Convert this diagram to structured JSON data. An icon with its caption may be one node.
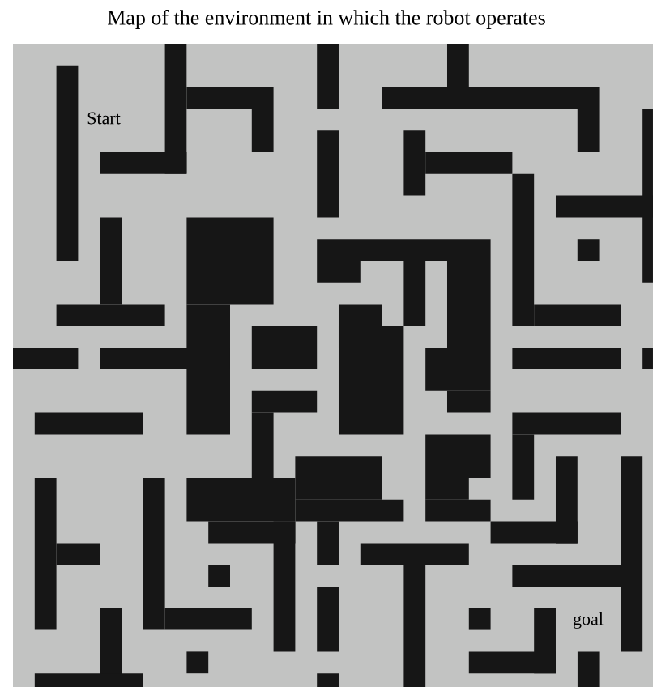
{
  "diagram": {
    "title": "Map of the environment in which the robot operates",
    "labels": [
      "Start",
      "goal"
    ]
  }
}
